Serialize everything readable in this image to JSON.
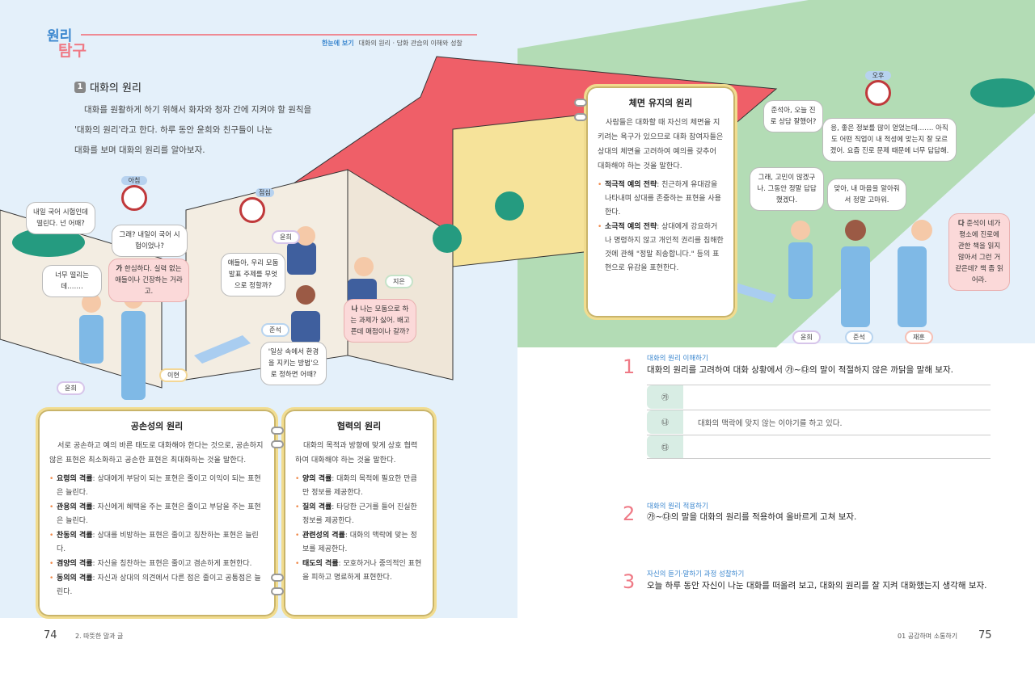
{
  "header": {
    "logo_line1": "원리",
    "logo_line2": "탐구",
    "crumb_label": "한눈에 보기",
    "crumb_text": "대화의 원리 · 담화 관습의 이해와 성찰"
  },
  "section": {
    "number": "1",
    "title": "대화의 원리",
    "intro": [
      "대화를 원활하게 하기 위해서 화자와 청자 간에 지켜야 할 원칙을",
      "'대화의 원리'라고 한다. 하루 동안 윤희와 친구들이 나눈",
      "대화를 보며 대화의 원리를 알아보자."
    ]
  },
  "clocks": {
    "morning": "아침",
    "lunch": "점심",
    "afternoon": "오후"
  },
  "names": {
    "yunhee": "윤희",
    "ihyeon": "이현",
    "junseok": "준석",
    "jieun": "지은",
    "jaehun": "재훈"
  },
  "bubbles": {
    "b1": "내일 국어 시험인데 떨린다. 넌 어때?",
    "b2": "너무 떨리는데…….",
    "b3": "그래? 내일이 국어 시험이었나?",
    "b4_mark": "가",
    "b4": "한심하다. 실력 없는 애들이나 긴장하는 거라고.",
    "b5": "얘들아, 우리 모둠 발표 주제를 무엇으로 정할까?",
    "b6_mark": "나",
    "b6": "나는 모둠으로 하는 과제가 싫어. 배고픈데 매점이나 갈까?",
    "b7": "'일상 속에서 환경을 지키는 방법'으로 정하면 어때?",
    "b8": "준석아, 오늘 진로 상담 잘했어?",
    "b9": "응, 좋은 정보를 많이 얻었는데……. 아직도 어떤 직업이 내 적성에 맞는지 잘 모르겠어. 요즘 진로 문제 때문에 너무 답답해.",
    "b10": "그래, 고민이 많겠구나. 그동안 정말 답답했겠다.",
    "b11": "맞아, 내 마음을 알아줘서 정말 고마워.",
    "b12_mark": "다",
    "b12": "준석이 네가 평소에 진로에 관한 책을 읽지 않아서 그런 거 같은데? 책 좀 읽어라."
  },
  "cards": {
    "face": {
      "title": "체면 유지의 원리",
      "body": "사람들은 대화할 때 자신의 체면을 지키려는 욕구가 있으므로 대화 참여자들은 상대의 체면을 고려하여 예의를 갖추어 대화해야 하는 것을 말한다.",
      "items": [
        {
          "term": "적극적 예의 전략",
          "desc": ": 친근하게 유대감을 나타내며 상대를 존중하는 표현을 사용한다."
        },
        {
          "term": "소극적 예의 전략",
          "desc": ": 상대에게 강요하거나 명령하지 않고 개인적 권리를 침해한 것에 관해 \"정말 죄송합니다.\" 등의 표현으로 유감을 표현한다."
        }
      ]
    },
    "polite": {
      "title": "공손성의 원리",
      "body": "서로 공손하고 예의 바른 태도로 대화해야 한다는 것으로, 공손하지 않은 표현은 최소화하고 공손한 표현은 최대화하는 것을 말한다.",
      "items": [
        {
          "term": "요령의 격률",
          "desc": ": 상대에게 부담이 되는 표현은 줄이고 이익이 되는 표현은 늘린다."
        },
        {
          "term": "관용의 격률",
          "desc": ": 자신에게 혜택을 주는 표현은 줄이고 부담을 주는 표현은 늘린다."
        },
        {
          "term": "찬동의 격률",
          "desc": ": 상대를 비방하는 표현은 줄이고 칭찬하는 표현은 늘린다."
        },
        {
          "term": "겸양의 격률",
          "desc": ": 자신을 칭찬하는 표현은 줄이고 겸손하게 표현한다."
        },
        {
          "term": "동의의 격률",
          "desc": ": 자신과 상대의 의견에서 다른 점은 줄이고 공통점은 늘린다."
        }
      ]
    },
    "coop": {
      "title": "협력의 원리",
      "body": "대화의 목적과 방향에 맞게 상호 협력하여 대화해야 하는 것을 말한다.",
      "items": [
        {
          "term": "양의 격률",
          "desc": ": 대화의 목적에 필요한 만큼만 정보를 제공한다."
        },
        {
          "term": "질의 격률",
          "desc": ": 타당한 근거를 들어 진실한 정보를 제공한다."
        },
        {
          "term": "관련성의 격률",
          "desc": ": 대화의 맥락에 맞는 정보를 제공한다."
        },
        {
          "term": "태도의 격률",
          "desc": ": 모호하거나 중의적인 표현을 피하고 명료하게 표현한다."
        }
      ]
    }
  },
  "questions": [
    {
      "num": "1",
      "sub": "대화의 원리 이해하기",
      "text": "대화의 원리를 고려하여 대화 상황에서 ㉮~㉰의 말이 적절하지 않은 까닭을 말해 보자.",
      "rows": [
        {
          "tag": "㉮",
          "answer": ""
        },
        {
          "tag": "㉯",
          "answer": "대화의 맥락에 맞지 않는 이야기를 하고 있다."
        },
        {
          "tag": "㉰",
          "answer": ""
        }
      ]
    },
    {
      "num": "2",
      "sub": "대화의 원리 적용하기",
      "text": "㉮~㉰의 말을 대화의 원리를 적용하여 올바르게 고쳐 보자."
    },
    {
      "num": "3",
      "sub": "자신의 듣기·말하기 과정 성찰하기",
      "text": "오늘 하루 동안 자신이 나눈 대화를 떠올려 보고, 대화의 원리를 잘 지켜 대화했는지 생각해 보자."
    }
  ],
  "footer": {
    "left_page": "74",
    "left_text": "2. 따뜻한 말과 글",
    "right_text": "01 공감하며 소통하기",
    "right_page": "75"
  },
  "colors": {
    "accent_pink": "#ef7a86",
    "accent_blue": "#3b87cf",
    "roof": "#ef5f68",
    "wall": "#f6e39a",
    "lawn": "#b3dcb5"
  }
}
